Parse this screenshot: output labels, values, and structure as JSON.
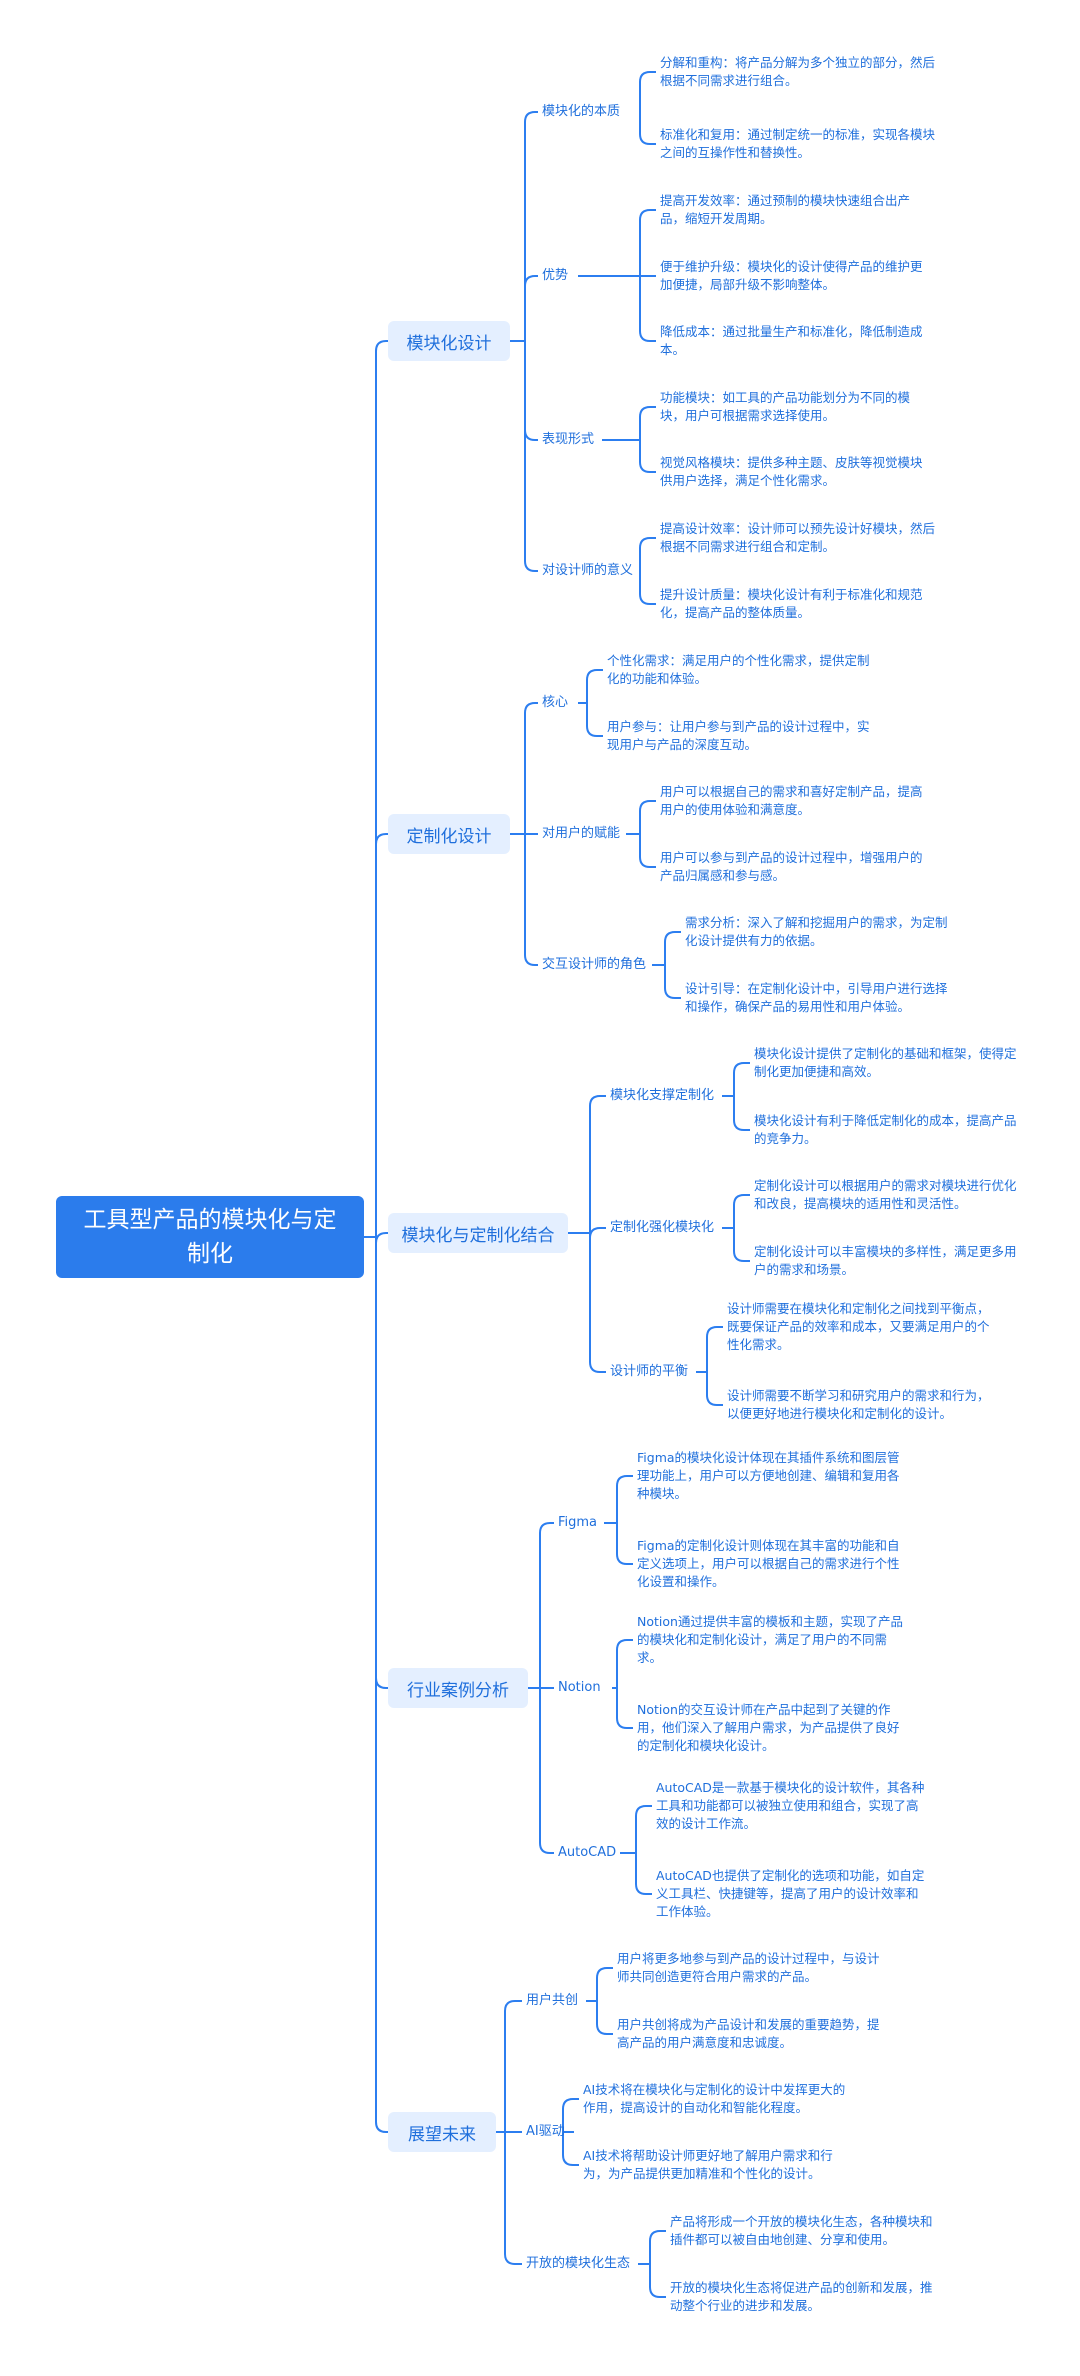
{
  "root": "工具型产品的模块化与定制化",
  "branches": [
    {
      "label": "模块化设计",
      "children": [
        {
          "label": "模块化的本质",
          "leaves": [
            "分解和重构：将产品分解为多个独立的部分，然后根据不同需求进行组合。",
            "标准化和复用：通过制定统一的标准，实现各模块之间的互操作性和替换性。"
          ]
        },
        {
          "label": "优势",
          "leaves": [
            "提高开发效率：通过预制的模块快速组合出产品，缩短开发周期。",
            "便于维护升级：模块化的设计使得产品的维护更加便捷，局部升级不影响整体。",
            "降低成本：通过批量生产和标准化，降低制造成本。"
          ]
        },
        {
          "label": "表现形式",
          "leaves": [
            "功能模块：如工具的产品功能划分为不同的模块，用户可根据需求选择使用。",
            "视觉风格模块：提供多种主题、皮肤等视觉模块供用户选择，满足个性化需求。"
          ]
        },
        {
          "label": "对设计师的意义",
          "leaves": [
            "提高设计效率：设计师可以预先设计好模块，然后根据不同需求进行组合和定制。",
            "提升设计质量：模块化设计有利于标准化和规范化，提高产品的整体质量。"
          ]
        }
      ]
    },
    {
      "label": "定制化设计",
      "children": [
        {
          "label": "核心",
          "leaves": [
            "个性化需求：满足用户的个性化需求，提供定制化的功能和体验。",
            "用户参与：让用户参与到产品的设计过程中，实现用户与产品的深度互动。"
          ]
        },
        {
          "label": "对用户的赋能",
          "leaves": [
            "用户可以根据自己的需求和喜好定制产品，提高用户的使用体验和满意度。",
            "用户可以参与到产品的设计过程中，增强用户的产品归属感和参与感。"
          ]
        },
        {
          "label": "交互设计师的角色",
          "leaves": [
            "需求分析：深入了解和挖掘用户的需求，为定制化设计提供有力的依据。",
            "设计引导：在定制化设计中，引导用户进行选择和操作，确保产品的易用性和用户体验。"
          ]
        }
      ]
    },
    {
      "label": "模块化与定制化结合",
      "children": [
        {
          "label": "模块化支撑定制化",
          "leaves": [
            "模块化设计提供了定制化的基础和框架，使得定制化更加便捷和高效。",
            "模块化设计有利于降低定制化的成本，提高产品的竞争力。"
          ]
        },
        {
          "label": "定制化强化模块化",
          "leaves": [
            "定制化设计可以根据用户的需求对模块进行优化和改良，提高模块的适用性和灵活性。",
            "定制化设计可以丰富模块的多样性，满足更多用户的需求和场景。"
          ]
        },
        {
          "label": "设计师的平衡",
          "leaves": [
            "设计师需要在模块化和定制化之间找到平衡点，既要保证产品的效率和成本，又要满足用户的个性化需求。",
            "设计师需要不断学习和研究用户的需求和行为，以便更好地进行模块化和定制化的设计。"
          ]
        }
      ]
    },
    {
      "label": "行业案例分析",
      "children": [
        {
          "label": "Figma",
          "leaves": [
            "Figma的模块化设计体现在其插件系统和图层管理功能上，用户可以方便地创建、编辑和复用各种模块。",
            "Figma的定制化设计则体现在其丰富的功能和自定义选项上，用户可以根据自己的需求进行个性化设置和操作。"
          ]
        },
        {
          "label": "Notion",
          "leaves": [
            "Notion通过提供丰富的模板和主题，实现了产品的模块化和定制化设计，满足了用户的不同需求。",
            "Notion的交互设计师在产品中起到了关键的作用，他们深入了解用户需求，为产品提供了良好的定制化和模块化设计。"
          ]
        },
        {
          "label": "AutoCAD",
          "leaves": [
            "AutoCAD是一款基于模块化的设计软件，其各种工具和功能都可以被独立使用和组合，实现了高效的设计工作流。",
            "AutoCAD也提供了定制化的选项和功能，如自定义工具栏、快捷键等，提高了用户的设计效率和工作体验。"
          ]
        }
      ]
    },
    {
      "label": "展望未来",
      "children": [
        {
          "label": "用户共创",
          "leaves": [
            "用户将更多地参与到产品的设计过程中，与设计师共同创造更符合用户需求的产品。",
            "用户共创将成为产品设计和发展的重要趋势，提高产品的用户满意度和忠诚度。"
          ]
        },
        {
          "label": "AI驱动",
          "leaves": [
            "AI技术将在模块化与定制化的设计中发挥更大的作用，提高设计的自动化和智能化程度。",
            "AI技术将帮助设计师更好地了解用户需求和行为，为产品提供更加精准和个性化的设计。"
          ]
        },
        {
          "label": "开放的模块化生态",
          "leaves": [
            "产品将形成一个开放的模块化生态，各种模块和插件都可以被自由地创建、分享和使用。",
            "开放的模块化生态将促进产品的创新和发展，推动整个行业的进步和发展。"
          ]
        }
      ]
    }
  ],
  "colors": {
    "line": "#2c7ef0",
    "root_bg": "#2b7cec",
    "branch_bg": "#e4efff",
    "text": "#1f6fdc"
  }
}
